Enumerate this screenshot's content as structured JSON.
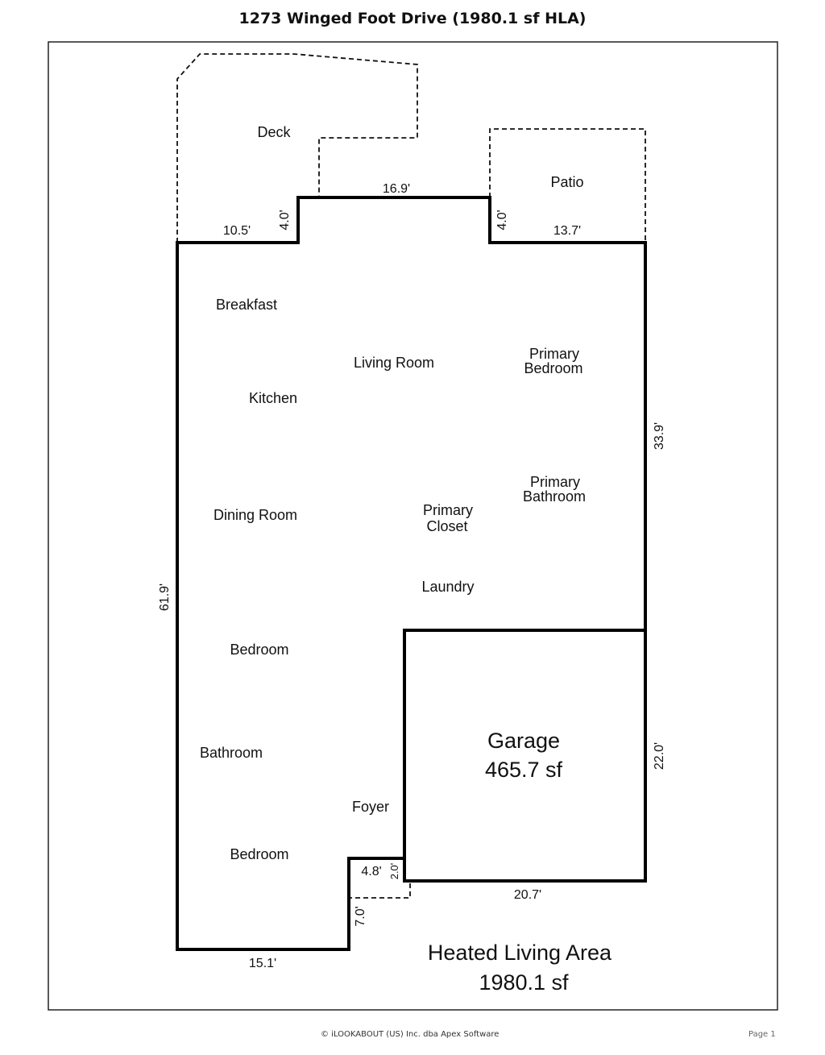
{
  "title": "1273 Winged Foot Drive (1980.1 sf HLA)",
  "rooms": {
    "deck": "Deck",
    "patio": "Patio",
    "breakfast": "Breakfast",
    "living_room": "Living Room",
    "primary_bedroom": [
      "Primary",
      "Bedroom"
    ],
    "kitchen": "Kitchen",
    "dining_room": "Dining Room",
    "primary_closet": [
      "Primary",
      "Closet"
    ],
    "primary_bathroom": [
      "Primary",
      "Bathroom"
    ],
    "laundry": "Laundry",
    "bedroom_1": "Bedroom",
    "bathroom": "Bathroom",
    "foyer": "Foyer",
    "bedroom_2": "Bedroom"
  },
  "garage": {
    "label": "Garage",
    "area": "465.7 sf"
  },
  "heated_area": {
    "label": "Heated Living Area",
    "area": "1980.1 sf"
  },
  "dimensions": {
    "d_10_5": "10.5'",
    "d_4_0_left": "4.0'",
    "d_16_9": "16.9'",
    "d_4_0_right": "4.0'",
    "d_13_7": "13.7'",
    "d_33_9": "33.9'",
    "d_61_9": "61.9'",
    "d_22_0": "22.0'",
    "d_20_7": "20.7'",
    "d_4_8": "4.8'",
    "d_2_0": "2.0'",
    "d_7_0": "7.0'",
    "d_15_1": "15.1'"
  },
  "footer": {
    "copyright": "© iLOOKABOUT (US) Inc. dba Apex Software",
    "page": "Page 1"
  }
}
